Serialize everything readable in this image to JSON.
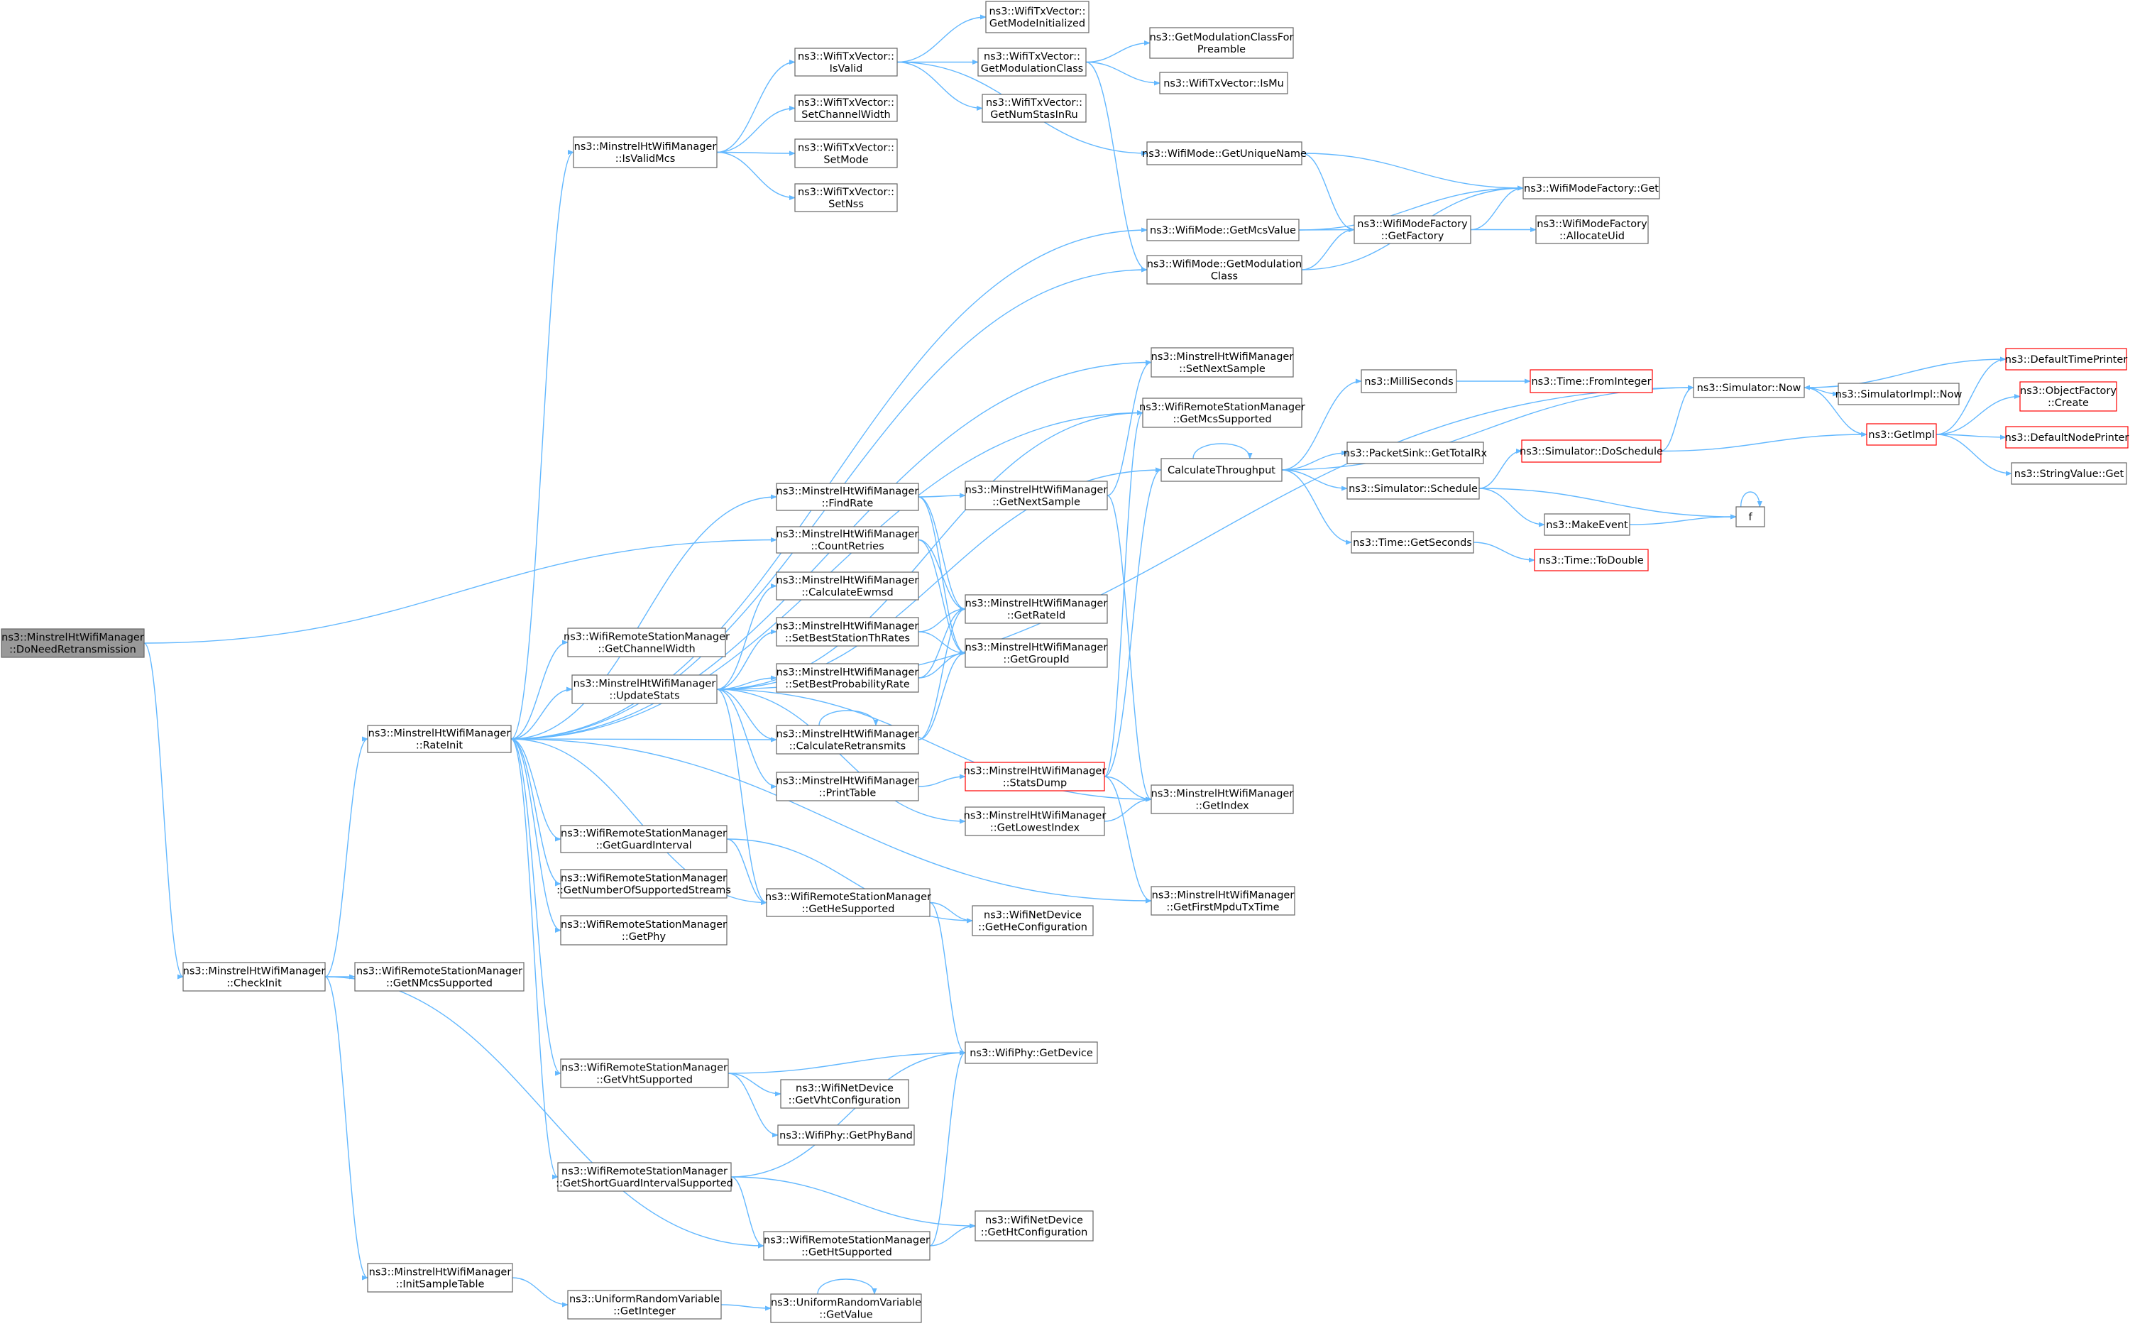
{
  "colors": {
    "edge": "#63b8ff",
    "node_border": "#666666",
    "node_red": "#ff0000",
    "root_fill": "#999999",
    "text": "#000000"
  },
  "nodes": {
    "doneed": [
      "ns3::MinstrelHtWifiManager",
      "::DoNeedRetransmission"
    ],
    "checkinit": [
      "ns3::MinstrelHtWifiManager",
      "::CheckInit"
    ],
    "rateinit": [
      "ns3::MinstrelHtWifiManager",
      "::RateInit"
    ],
    "isvalidmcs": [
      "ns3::MinstrelHtWifiManager",
      "::IsValidMcs"
    ],
    "isvalid": [
      "ns3::WifiTxVector::",
      "IsValid"
    ],
    "setchw": [
      "ns3::WifiTxVector::",
      "SetChannelWidth"
    ],
    "setmode": [
      "ns3::WifiTxVector::",
      "SetMode"
    ],
    "setnss": [
      "ns3::WifiTxVector::",
      "SetNss"
    ],
    "getmodeinit": [
      "ns3::WifiTxVector::",
      "GetModeInitialized"
    ],
    "getmodclass_tx": [
      "ns3::WifiTxVector::",
      "GetModulationClass"
    ],
    "getnumsta": [
      "ns3::WifiTxVector::",
      "GetNumStasInRu"
    ],
    "getmodclassforpre": [
      "ns3::GetModulationClassFor",
      "Preamble"
    ],
    "ismu": [
      "ns3::WifiTxVector::IsMu"
    ],
    "getuniquename": [
      "ns3::WifiMode::GetUniqueName"
    ],
    "getmcsvalue": [
      "ns3::WifiMode::GetMcsValue"
    ],
    "getmodclass": [
      "ns3::WifiMode::GetModulation",
      "Class"
    ],
    "wmf_get": [
      "ns3::WifiModeFactory::Get"
    ],
    "getfactory": [
      "ns3::WifiModeFactory",
      "::GetFactory"
    ],
    "allocateuid": [
      "ns3::WifiModeFactory",
      "::AllocateUid"
    ],
    "setnextsample": [
      "ns3::MinstrelHtWifiManager",
      "::SetNextSample"
    ],
    "getmcssupported": [
      "ns3::WifiRemoteStationManager",
      "::GetMcsSupported"
    ],
    "findrate": [
      "ns3::MinstrelHtWifiManager",
      "::FindRate"
    ],
    "countretries": [
      "ns3::MinstrelHtWifiManager",
      "::CountRetries"
    ],
    "calcewmsd": [
      "ns3::MinstrelHtWifiManager",
      "::CalculateEwmsd"
    ],
    "setbestth": [
      "ns3::MinstrelHtWifiManager",
      "::SetBestStationThRates"
    ],
    "setbestprob": [
      "ns3::MinstrelHtWifiManager",
      "::SetBestProbabilityRate"
    ],
    "calcretrans": [
      "ns3::MinstrelHtWifiManager",
      "::CalculateRetransmits"
    ],
    "printtable": [
      "ns3::MinstrelHtWifiManager",
      "::PrintTable"
    ],
    "getchannelwidth": [
      "ns3::WifiRemoteStationManager",
      "::GetChannelWidth"
    ],
    "updatestats": [
      "ns3::MinstrelHtWifiManager",
      "::UpdateStats"
    ],
    "getnextsample": [
      "ns3::MinstrelHtWifiManager",
      "::GetNextSample"
    ],
    "getrateid": [
      "ns3::MinstrelHtWifiManager",
      "::GetRateId"
    ],
    "getgroupid": [
      "ns3::MinstrelHtWifiManager",
      "::GetGroupId"
    ],
    "statsdump": [
      "ns3::MinstrelHtWifiManager",
      "::StatsDump"
    ],
    "getlowestindex": [
      "ns3::MinstrelHtWifiManager",
      "::GetLowestIndex"
    ],
    "getindex": [
      "ns3::MinstrelHtWifiManager",
      "::GetIndex"
    ],
    "getfirstmpdu": [
      "ns3::MinstrelHtWifiManager",
      "::GetFirstMpduTxTime"
    ],
    "calcthroughput": [
      "CalculateThroughput"
    ],
    "milliseconds": [
      "ns3::MilliSeconds"
    ],
    "fromint": [
      "ns3::Time::FromInteger"
    ],
    "gettotalrx": [
      "ns3::PacketSink::GetTotalRx"
    ],
    "doschedule": [
      "ns3::Simulator::DoSchedule"
    ],
    "schedule": [
      "ns3::Simulator::Schedule"
    ],
    "makeevent": [
      "ns3::MakeEvent"
    ],
    "f": [
      "f"
    ],
    "getseconds": [
      "ns3::Time::GetSeconds"
    ],
    "todouble": [
      "ns3::Time::ToDouble"
    ],
    "simnow": [
      "ns3::Simulator::Now"
    ],
    "simimplnow": [
      "ns3::SimulatorImpl::Now"
    ],
    "getimpl": [
      "ns3::GetImpl"
    ],
    "deftimeprinter": [
      "ns3::DefaultTimePrinter"
    ],
    "objfactory": [
      "ns3::ObjectFactory",
      "::Create"
    ],
    "defnodeprinter": [
      "ns3::DefaultNodePrinter"
    ],
    "stringvalue": [
      "ns3::StringValue::Get"
    ],
    "getguard": [
      "ns3::WifiRemoteStationManager",
      "::GetGuardInterval"
    ],
    "getnumstreams": [
      "ns3::WifiRemoteStationManager",
      "::GetNumberOfSupportedStreams"
    ],
    "getphy": [
      "ns3::WifiRemoteStationManager",
      "::GetPhy"
    ],
    "gethesupp": [
      "ns3::WifiRemoteStationManager",
      "::GetHeSupported"
    ],
    "getheconf": [
      "ns3::WifiNetDevice",
      "::GetHeConfiguration"
    ],
    "getnmcs": [
      "ns3::WifiRemoteStationManager",
      "::GetNMcsSupported"
    ],
    "getvhtsupp": [
      "ns3::WifiRemoteStationManager",
      "::GetVhtSupported"
    ],
    "getvhtconf": [
      "ns3::WifiNetDevice",
      "::GetVhtConfiguration"
    ],
    "getphyband": [
      "ns3::WifiPhy::GetPhyBand"
    ],
    "getdevice": [
      "ns3::WifiPhy::GetDevice"
    ],
    "getsgi": [
      "ns3::WifiRemoteStationManager",
      "::GetShortGuardIntervalSupported"
    ],
    "gethtsupp": [
      "ns3::WifiRemoteStationManager",
      "::GetHtSupported"
    ],
    "gethtconf": [
      "ns3::WifiNetDevice",
      "::GetHtConfiguration"
    ],
    "initsample": [
      "ns3::MinstrelHtWifiManager",
      "::InitSampleTable"
    ],
    "urv_getint": [
      "ns3::UniformRandomVariable",
      "::GetInteger"
    ],
    "urv_getval": [
      "ns3::UniformRandomVariable",
      "::GetValue"
    ]
  }
}
